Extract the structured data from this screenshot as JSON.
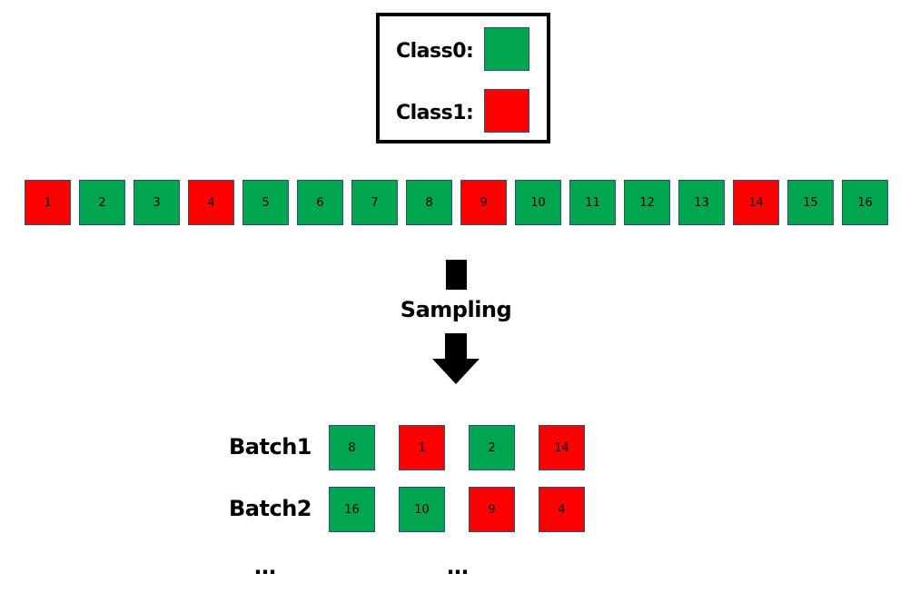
{
  "colors": {
    "class0": "#00a550",
    "class1": "#ff0000"
  },
  "legend": {
    "class0_label": "Class0:",
    "class1_label": "Class1:"
  },
  "sequence": [
    {
      "label": "1",
      "class": 1
    },
    {
      "label": "2",
      "class": 0
    },
    {
      "label": "3",
      "class": 0
    },
    {
      "label": "4",
      "class": 1
    },
    {
      "label": "5",
      "class": 0
    },
    {
      "label": "6",
      "class": 0
    },
    {
      "label": "7",
      "class": 0
    },
    {
      "label": "8",
      "class": 0
    },
    {
      "label": "9",
      "class": 1
    },
    {
      "label": "10",
      "class": 0
    },
    {
      "label": "11",
      "class": 0
    },
    {
      "label": "12",
      "class": 0
    },
    {
      "label": "13",
      "class": 0
    },
    {
      "label": "14",
      "class": 1
    },
    {
      "label": "15",
      "class": 0
    },
    {
      "label": "16",
      "class": 0
    }
  ],
  "sampling_label": "Sampling",
  "batches": [
    {
      "label": "Batch1",
      "items": [
        {
          "label": "8",
          "class": 0
        },
        {
          "label": "1",
          "class": 1
        },
        {
          "label": "2",
          "class": 0
        },
        {
          "label": "14",
          "class": 1
        }
      ]
    },
    {
      "label": "Batch2",
      "items": [
        {
          "label": "16",
          "class": 0
        },
        {
          "label": "10",
          "class": 0
        },
        {
          "label": "9",
          "class": 1
        },
        {
          "label": "4",
          "class": 1
        }
      ]
    }
  ],
  "ellipsis": [
    "…",
    "…"
  ]
}
